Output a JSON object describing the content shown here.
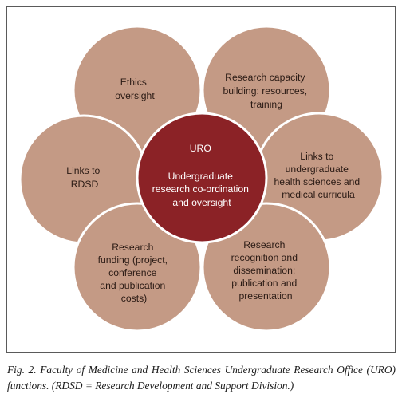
{
  "colors": {
    "outer_circle_fill": "#c49a85",
    "outer_circle_stroke": "#ffffff",
    "center_circle_fill": "#8b2226",
    "outer_text": "#2a1a14",
    "center_text": "#ffffff",
    "frame": "#5a5a5a"
  },
  "center": {
    "title": "URO",
    "lines": [
      "Undergraduate",
      "research co-ordination",
      "and oversight"
    ]
  },
  "nodes": {
    "ethics": [
      "Ethics",
      "oversight"
    ],
    "capacity": [
      "Research capacity",
      "building: resources,",
      "training"
    ],
    "rdsd": [
      "Links to",
      "RDSD"
    ],
    "curricula": [
      "Links to",
      "undergraduate",
      "health sciences and",
      "medical curricula"
    ],
    "funding": [
      "Research",
      "funding (project,",
      "conference",
      "and publication",
      "costs)"
    ],
    "recognition": [
      "Research",
      "recognition and",
      "dissemination:",
      "publication and",
      "presentation"
    ]
  },
  "caption": "Fig. 2. Faculty of Medicine and Health Sciences Undergraduate Research Office (URO) functions. (RDSD = Research Development and Support Division.)"
}
